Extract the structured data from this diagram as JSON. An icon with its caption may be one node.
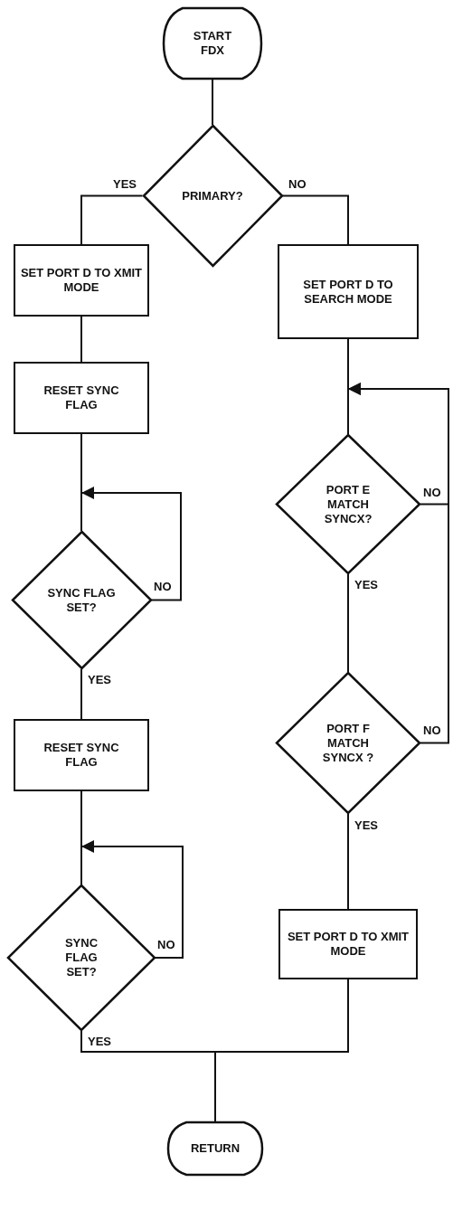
{
  "diagram": {
    "nodes": [
      {
        "text": [
          "START FDX"
        ]
      },
      {
        "text": [
          "PRIMARY?"
        ]
      },
      {
        "text": [
          "SET PORT D TO XMIT MODE"
        ]
      },
      {
        "text": [
          "SET PORT D TO SEARCH MODE"
        ]
      },
      {
        "text": [
          "RESET SYNC FLAG"
        ]
      },
      {
        "text": [
          "SYNC FLAG SET?"
        ]
      },
      {
        "text": [
          "PORT E MATCH SYNCX?"
        ]
      },
      {
        "text": [
          "RESET SYNC FLAG"
        ]
      },
      {
        "text": [
          "PORT F MATCH SYNCX ?"
        ]
      },
      {
        "text": [
          "SYNC FLAG SET?"
        ]
      },
      {
        "text": [
          "SET PORT D TO XMIT MODE"
        ]
      },
      {
        "text": [
          "RETURN"
        ]
      }
    ],
    "edges": [
      {
        "from": 0,
        "to": 1,
        "arrow": "none"
      },
      {
        "from": 1,
        "to": 2,
        "arrow": "none",
        "label": "YES"
      },
      {
        "from": 1,
        "to": 3,
        "arrow": "none",
        "label": "NO"
      },
      {
        "from": 2,
        "to": 4,
        "arrow": "none"
      },
      {
        "from": 4,
        "to": 5,
        "arrow": "none"
      },
      {
        "from": 5,
        "to": 5,
        "arrow": "to",
        "label": "NO"
      },
      {
        "from": 5,
        "to": 7,
        "arrow": "none",
        "label": "YES"
      },
      {
        "from": 3,
        "to": 6,
        "arrow": "none"
      },
      {
        "from": 6,
        "to": 6,
        "arrow": "to",
        "label": "NO"
      },
      {
        "from": 6,
        "to": 8,
        "arrow": "none",
        "label": "YES"
      },
      {
        "from": 8,
        "to": 6,
        "arrow": "to",
        "label": "NO"
      },
      {
        "from": 8,
        "to": 10,
        "arrow": "none",
        "label": "YES"
      },
      {
        "from": 7,
        "to": 9,
        "arrow": "none"
      },
      {
        "from": 9,
        "to": 9,
        "arrow": "to",
        "label": "NO"
      },
      {
        "from": 9,
        "to": 11,
        "arrow": "none",
        "label": "YES"
      },
      {
        "from": 10,
        "to": 11,
        "arrow": "none"
      }
    ]
  }
}
